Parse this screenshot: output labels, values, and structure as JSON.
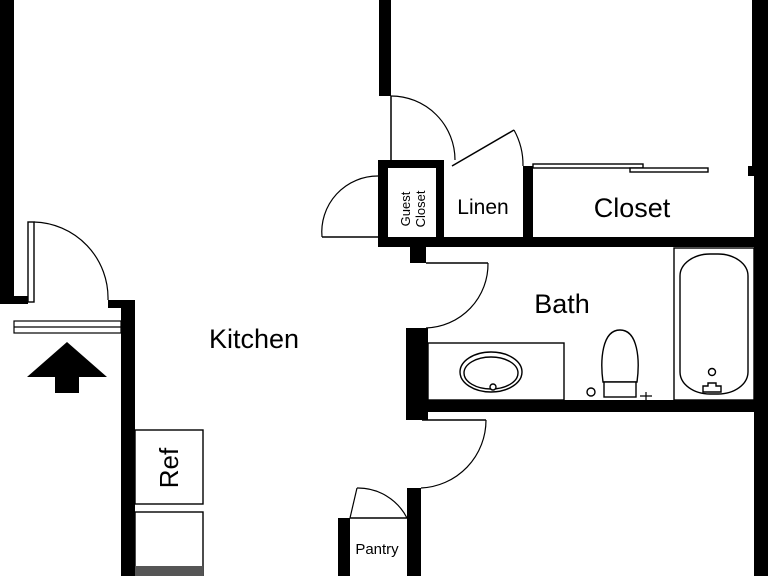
{
  "rooms": {
    "kitchen": "Kitchen",
    "bath": "Bath",
    "closet": "Closet",
    "linen": "Linen",
    "guest_closet_line1": "Guest",
    "guest_closet_line2": "Closet",
    "pantry": "Pantry"
  },
  "appliances": {
    "refrigerator": "Ref"
  },
  "icons": {
    "entry": "entry-arrow-up"
  }
}
